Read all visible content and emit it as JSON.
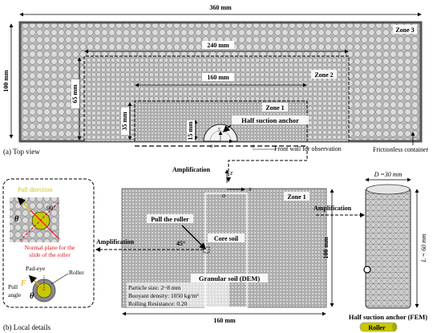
{
  "top_view": {
    "dim_total_width": "360 mm",
    "dim_total_height": "100 mm",
    "dim_zone2_width": "240 mm",
    "dim_zone2_height": "65 mm",
    "dim_zone1_width": "160 mm",
    "dim_zone1_height": "35 mm",
    "dim_anchor_height": "15 mm",
    "zone1": "Zone 1",
    "zone2": "Zone 2",
    "zone3": "Zone 3",
    "anchor_label": "Half suction anchor",
    "front_wall": "Front wall for observation",
    "frictionless": "Frictionless container",
    "axis_x": "x",
    "axis_y": "y",
    "axis_o": "o",
    "caption": "(a) Top view"
  },
  "local_details": {
    "caption": "(b) Local details",
    "amplification_top": "Amplification",
    "amplification_left": "Amplification",
    "amplification_right": "Amplification",
    "axis_z": "z",
    "axis_x": "x",
    "axis_o": "o",
    "zone1": "Zone 1",
    "pull_roller": "Pull the roller",
    "core_soil": "Core soil",
    "angle_45": "45°",
    "granular": "Granular soil (DEM)",
    "particle_size": "Particle size: 2~8 mm",
    "buoyant_density": "Buoyant density: 1050 kg/m³",
    "rolling_resistance": "Rolling Resistance: 0.20",
    "dim_width": "160 mm",
    "dim_height": "100 mm",
    "inset": {
      "pull_direction": "Pull direction",
      "angle_90": "90°",
      "theta": "θ",
      "normal_plane_1": "Normal plane for the",
      "normal_plane_2": "slide of the roller",
      "pad_eye": "Pad-eye",
      "pull_angle_1": "Pull",
      "pull_angle_2": "angle",
      "roller": "Roller",
      "force": "F"
    },
    "anchor_fem": {
      "diameter": "D =30 mm",
      "length": "L = 60 mm",
      "label": "Half suction anchor (FEM)",
      "roller_tag": "Roller"
    }
  },
  "colors": {
    "pull_direction": "#d4c400",
    "red_text": "#e0101a",
    "roller_yellow": "#c8c800",
    "anchor_orange": "#e8a000",
    "granular_fill": "#c8c8c8",
    "container_border": "#555555"
  }
}
